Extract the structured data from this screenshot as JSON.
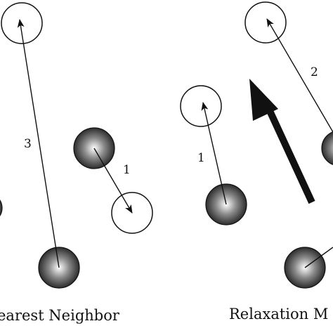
{
  "colors": {
    "ink": "#111111",
    "background": "#ffffff",
    "sphere_highlight": "#ffffff",
    "sphere_mid": "#8a8a8a",
    "sphere_shadow": "#1a1a1a"
  },
  "panels": {
    "left": {
      "caption": "earest Neighbor",
      "labels": [
        "3",
        "1"
      ]
    },
    "right": {
      "caption": "Relaxation M",
      "labels": [
        "2",
        "1"
      ]
    }
  }
}
